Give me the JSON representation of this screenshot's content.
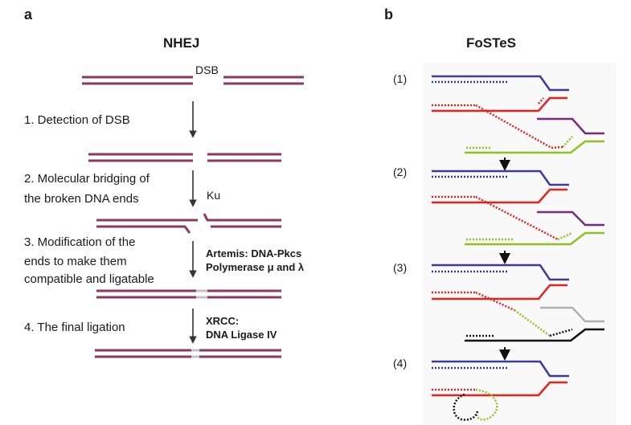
{
  "panel_a": {
    "letter": "a",
    "title": "NHEJ",
    "dsb_label": "DSB",
    "steps": [
      "1. Detection of DSB",
      "2. Molecular bridging of",
      "the broken DNA ends",
      "3. Modification of the",
      "ends to make them",
      "compatible and ligatable",
      "4. The final ligation"
    ],
    "ku_label": "Ku",
    "enzymes_3": [
      "Artemis: DNA-Pkcs",
      "Polymerase μ and λ"
    ],
    "enzymes_4": [
      "XRCC:",
      "DNA Ligase IV"
    ],
    "colors": {
      "dna": "#8b3a5c",
      "arrow": "#333333"
    }
  },
  "panel_b": {
    "letter": "b",
    "title": "FoSTeS",
    "cycles": [
      "(1)",
      "(2)",
      "(3)",
      "(4)"
    ],
    "colors": {
      "blue": "#3b3b9e",
      "red": "#e8221b",
      "green": "#8dc21f",
      "purple": "#7a2a7a",
      "grey": "#b0b0b0",
      "black": "#111111"
    }
  }
}
